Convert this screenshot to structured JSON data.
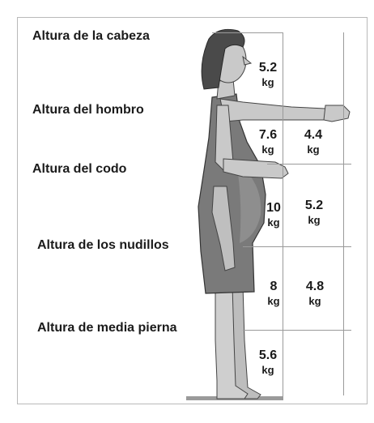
{
  "levels": {
    "head": "Altura de la cabeza",
    "shoulder": "Altura del hombro",
    "elbow": "Altura del codo",
    "knuckle": "Altura de los nudillos",
    "midleg": "Altura de media pierna"
  },
  "weights": [
    {
      "zone": "head-to-shoulder, body reach",
      "value": "5.2",
      "unit": "kg"
    },
    {
      "zone": "shoulder-to-elbow, body reach",
      "value": "7.6",
      "unit": "kg"
    },
    {
      "zone": "shoulder-to-elbow, arm reach",
      "value": "4.4",
      "unit": "kg"
    },
    {
      "zone": "elbow-to-knuckle, body reach",
      "value": "10",
      "unit": "kg"
    },
    {
      "zone": "elbow-to-knuckle, arm reach",
      "value": "5.2",
      "unit": "kg"
    },
    {
      "zone": "knuckle-to-midleg, body reach",
      "value": "8",
      "unit": "kg"
    },
    {
      "zone": "knuckle-to-midleg, arm reach",
      "value": "4.8",
      "unit": "kg"
    },
    {
      "zone": "midleg-to-floor, body reach",
      "value": "5.6",
      "unit": "kg"
    }
  ],
  "colors": {
    "figure_fill": "#7a7a7a",
    "skin_fill": "#c9c9c9",
    "hair_fill": "#4a4a4a",
    "grid_line": "#9a9a9a",
    "border": "#b9b9b9"
  }
}
